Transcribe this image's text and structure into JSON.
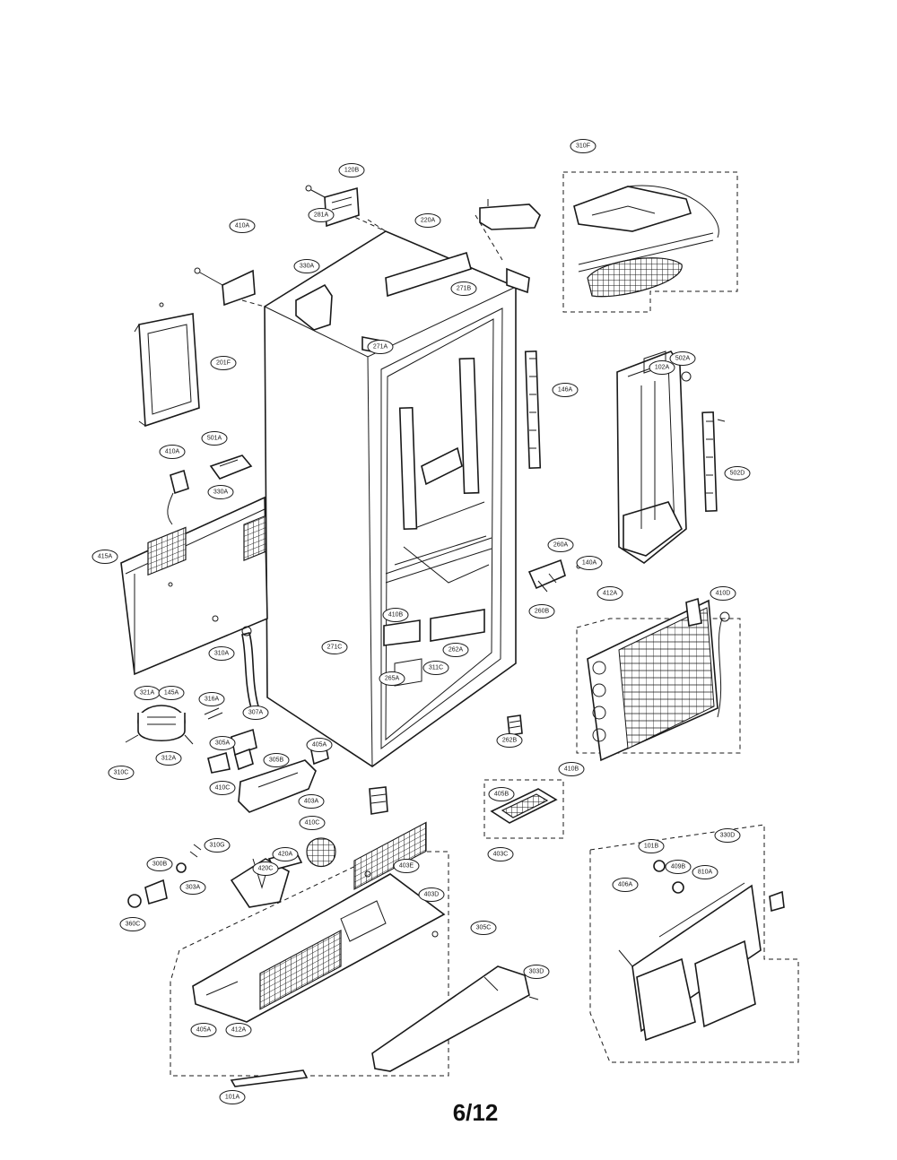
{
  "page_number": "6/12",
  "callouts": [
    "120B",
    "281A",
    "310F",
    "410A",
    "220A",
    "271B",
    "330A",
    "271A",
    "201F",
    "146A",
    "102A",
    "410A",
    "501A",
    "502A",
    "502D",
    "330A",
    "415A",
    "260A",
    "140A",
    "260B",
    "410B",
    "271C",
    "265A",
    "262A",
    "311C",
    "262B",
    "310A",
    "321A",
    "145A",
    "316A",
    "307A",
    "412A",
    "410D",
    "310C",
    "305A",
    "312A",
    "305B",
    "410C",
    "405A",
    "403A",
    "410B",
    "405B",
    "403C",
    "410C",
    "420A",
    "420C",
    "300B",
    "310G",
    "303A",
    "360C",
    "403E",
    "403D",
    "305C",
    "303D",
    "412A",
    "405A",
    "101A",
    "330D",
    "101B",
    "406A",
    "409B",
    "810A"
  ]
}
